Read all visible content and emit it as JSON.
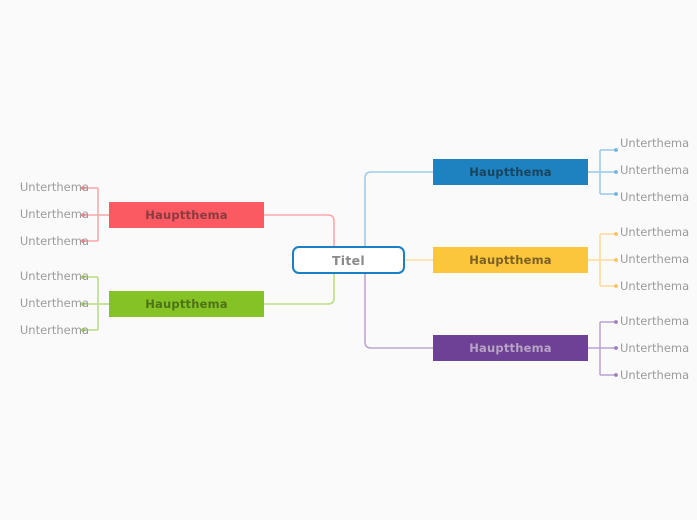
{
  "diagram": {
    "type": "mind-map",
    "background_color": "#fafafa",
    "root": {
      "label": "Titel",
      "border_color": "#1b7fc3",
      "fill_color": "#ffffff",
      "text_color": "#8a8a8a"
    },
    "branches": [
      {
        "id": "branch-blue",
        "label": "Hauptthema",
        "side": "right",
        "fill_color": "#1f82c0",
        "text_color": "#17455f",
        "connector_color": "#9fcde8",
        "children": [
          {
            "label": "Unterthema"
          },
          {
            "label": "Unterthema"
          },
          {
            "label": "Unterthema"
          }
        ]
      },
      {
        "id": "branch-yellow",
        "label": "Hauptthema",
        "side": "right",
        "fill_color": "#fbc63c",
        "text_color": "#7d6023",
        "connector_color": "#fcdd9b",
        "children": [
          {
            "label": "Unterthema"
          },
          {
            "label": "Unterthema"
          },
          {
            "label": "Unterthema"
          }
        ]
      },
      {
        "id": "branch-purple",
        "label": "Hauptthema",
        "side": "right",
        "fill_color": "#6f4196",
        "text_color": "#b6a3c7",
        "connector_color": "#bda8d2",
        "children": [
          {
            "label": "Unterthema"
          },
          {
            "label": "Unterthema"
          },
          {
            "label": "Unterthema"
          }
        ]
      },
      {
        "id": "branch-red",
        "label": "Hauptthema",
        "side": "left",
        "fill_color": "#fb5a63",
        "text_color": "#8d3a3f",
        "connector_color": "#fba9ae",
        "children": [
          {
            "label": "Unterthema"
          },
          {
            "label": "Unterthema"
          },
          {
            "label": "Unterthema"
          }
        ]
      },
      {
        "id": "branch-green",
        "label": "Hauptthema",
        "side": "left",
        "fill_color": "#84c225",
        "text_color": "#4d7314",
        "connector_color": "#badf86",
        "children": [
          {
            "label": "Unterthema"
          },
          {
            "label": "Unterthema"
          },
          {
            "label": "Unterthema"
          }
        ]
      }
    ]
  }
}
